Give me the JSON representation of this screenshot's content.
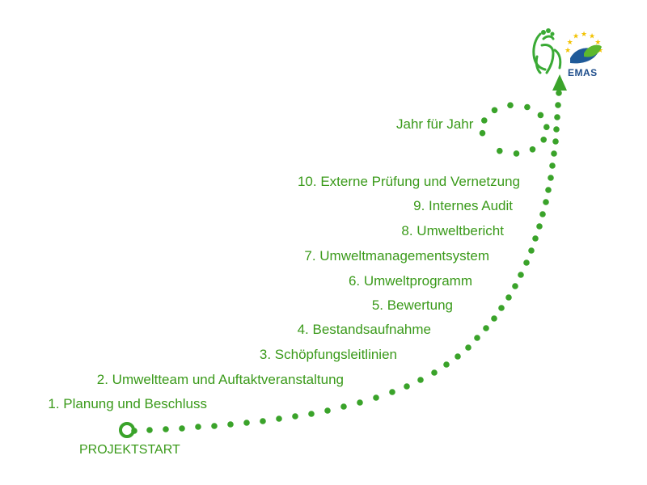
{
  "logo": {
    "emas_text": "EMAS",
    "colors": {
      "rooster": "#3aaa35",
      "emas_blue": "#1f5a99",
      "emas_green": "#5db82e",
      "stars": "#f2c200"
    }
  },
  "colors": {
    "path": "#3aa32a",
    "text": "#3a9a1a"
  },
  "start_label": "PROJEKTSTART",
  "loop_label": "Jahr für Jahr",
  "steps": [
    "1. Planung und Beschluss",
    "2. Umweltteam und Auftaktveranstaltung",
    "3. Schöpfungsleitlinien",
    "4. Bestandsaufnahme",
    "5. Bewertung",
    "6. Umweltprogramm",
    "7. Umweltmanagementsystem",
    "8. Umweltbericht",
    "9. Internes Audit",
    "10. Externe Prüfung und Vernetzung"
  ]
}
